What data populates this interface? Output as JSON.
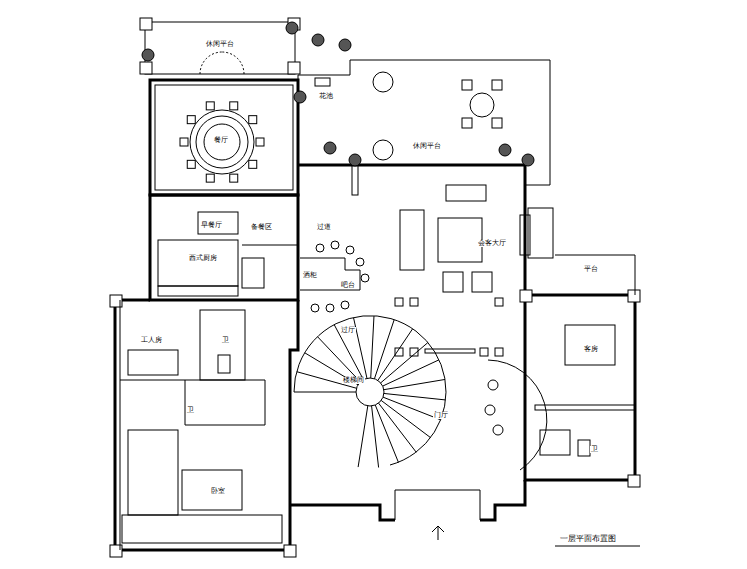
{
  "diagram": {
    "caption": "一层平面布置图",
    "labels": [
      "休闲平台",
      "花池",
      "休闲平台",
      "餐厅",
      "早餐厅",
      "备餐区",
      "过道",
      "西式厨房",
      "酒柜",
      "吧台",
      "会客大厅",
      "平台",
      "过厅",
      "楼梯间",
      "门厅",
      "工人房",
      "卫",
      "卫",
      "卧室",
      "客房",
      "卫"
    ]
  }
}
